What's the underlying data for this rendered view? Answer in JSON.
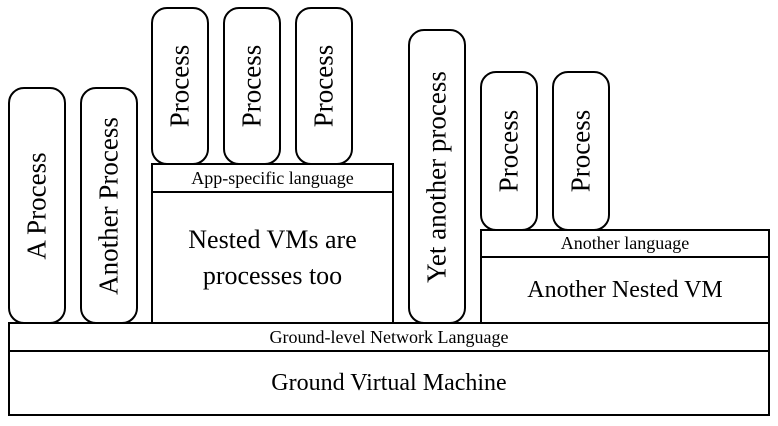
{
  "ground": {
    "vm_label": "Ground Virtual Machine",
    "language_label": "Ground-level Network Language"
  },
  "processes": {
    "a_process": "A Process",
    "another_process": "Another Process",
    "yet_another_process": "Yet another process",
    "app_processes": [
      "Process",
      "Process",
      "Process"
    ],
    "nested2_processes": [
      "Process",
      "Process"
    ]
  },
  "nested_vm_1": {
    "language_label": "App-specific language",
    "vm_label": "Nested VMs are processes too"
  },
  "nested_vm_2": {
    "language_label": "Another language",
    "vm_label": "Another Nested VM"
  }
}
